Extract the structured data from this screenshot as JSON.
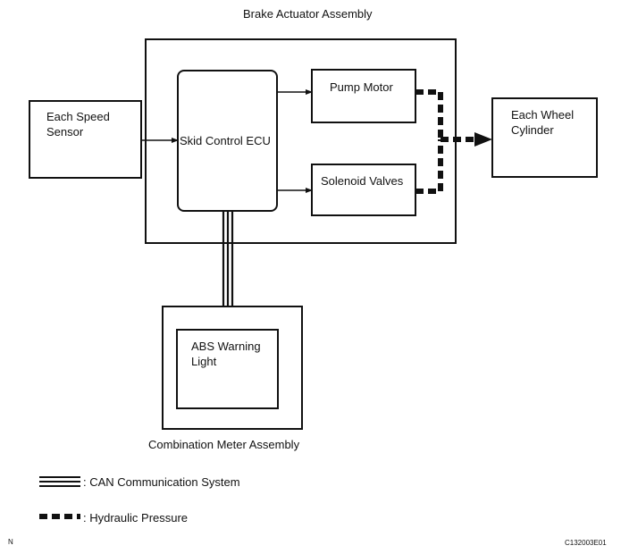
{
  "diagram": {
    "title": "Brake Actuator Assembly",
    "nodes": {
      "speed_sensor": "Each Speed\nSensor",
      "skid_ecu": "Skid Control ECU",
      "pump_motor": "Pump Motor",
      "solenoid_valves": "Solenoid Valves",
      "wheel_cylinder": "Each Wheel\nCylinder",
      "abs_light": "ABS Warning\nLight",
      "combination_meter": "Combination Meter Assembly"
    },
    "legend": {
      "can": ": CAN Communication System",
      "hydraulic": ": Hydraulic Pressure"
    },
    "corner_left": "N",
    "figure_code": "C132003E01"
  },
  "colors": {
    "stroke": "#111111",
    "background": "#ffffff"
  }
}
